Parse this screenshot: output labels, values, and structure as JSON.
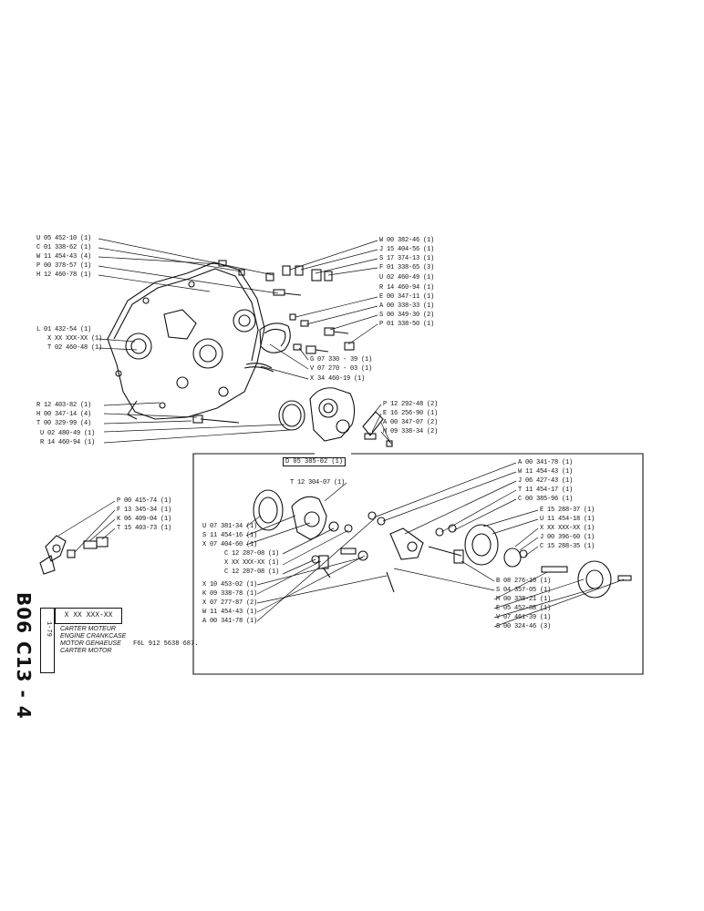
{
  "sheet_code": "B06 C13 - 4",
  "date": "1-79",
  "ref_box": "X XX XXX-XX",
  "titles": [
    "CARTER MOTEUR",
    "ENGINE CRANKCASE",
    "MOTOR GEHAEUSE",
    "CARTER MOTOR"
  ],
  "engine": "F6L 912  5638 687.",
  "upper_left_labels": [
    "U 05 452-10 (1)",
    "C 01 338-62 (1)",
    "W 11 454-43 (4)",
    "P 00 378-57 (1)",
    "H 12 460-78 (1)"
  ],
  "mid_left_labels": [
    "L 01 432-54 (1)",
    "X XX XXX-XX (1)",
    "T 02 460-48 (1)"
  ],
  "lower_left_labels": [
    "R 12 403-82 (1)",
    "H 00 347-14 (4)",
    "T 00 329-99 (4)",
    "U 02 480-49 (1)",
    "R 14 460-94 (1)"
  ],
  "upper_right_labels": [
    "W 00 382-46 (1)",
    "J 15 404-56 (1)",
    "S 17 374-13 (1)",
    "F 01 338-65 (3)",
    "U 02 460-49 (1)",
    "R 14 460-94 (1)",
    "E 00 347-11 (1)",
    "A 00 338-33 (1)",
    "S 00 349-30 (2)",
    "P 01 338-50 (1)"
  ],
  "center_labels": [
    "G 07 330 - 39 (1)",
    "V 07 270 - 03 (1)",
    "X 34 460-19 (1)"
  ],
  "pump_labels": [
    "P 12 292-48 (2)",
    "E 16 256-90 (1)",
    "A 00 347-07 (2)",
    "M 09 338-34 (2)"
  ],
  "boxed_ref": "D 05 385-02 (1)",
  "small_group_labels": [
    "P 00 415-74 (1)",
    "F 13 345-34 (1)",
    "K 06 409-04 (1)",
    "T 15 403-73 (1)"
  ],
  "drive_top_label": "T 12 304-07 (1)",
  "drive_left_labels": [
    "U 07 381-34 (1)",
    "S 11 454-16 (1)",
    "X 07 404-60 (1)",
    "C 12 287-08 (1)",
    "X XX XXX-XX (1)",
    "C 12 287-08 (1)",
    "X 10 453-02 (1)",
    "K 09 338-78 (1)",
    "X 07 277-87 (2)",
    "W 11 454-43 (1)",
    "A 00 341-78 (1)"
  ],
  "drive_right_labels": [
    "A 00 341-78 (1)",
    "W 11 454-43 (1)",
    "J 06 427-43 (1)",
    "T 11 454-17 (1)",
    "C 00 385-96 (1)",
    "E 15 288-37 (1)",
    "U 11 454-18 (1)",
    "X XX XXX-XX (1)",
    "J 00 396-60 (1)",
    "C 15 288-35 (1)"
  ],
  "drive_bottom_labels": [
    "B 08 276-10 (1)",
    "S 04 357-05 (1)",
    "M 00 338-21 (1)",
    "E 05 452-88 (1)",
    "V 07 461-39 (1)",
    "S 00 324-46 (3)"
  ]
}
